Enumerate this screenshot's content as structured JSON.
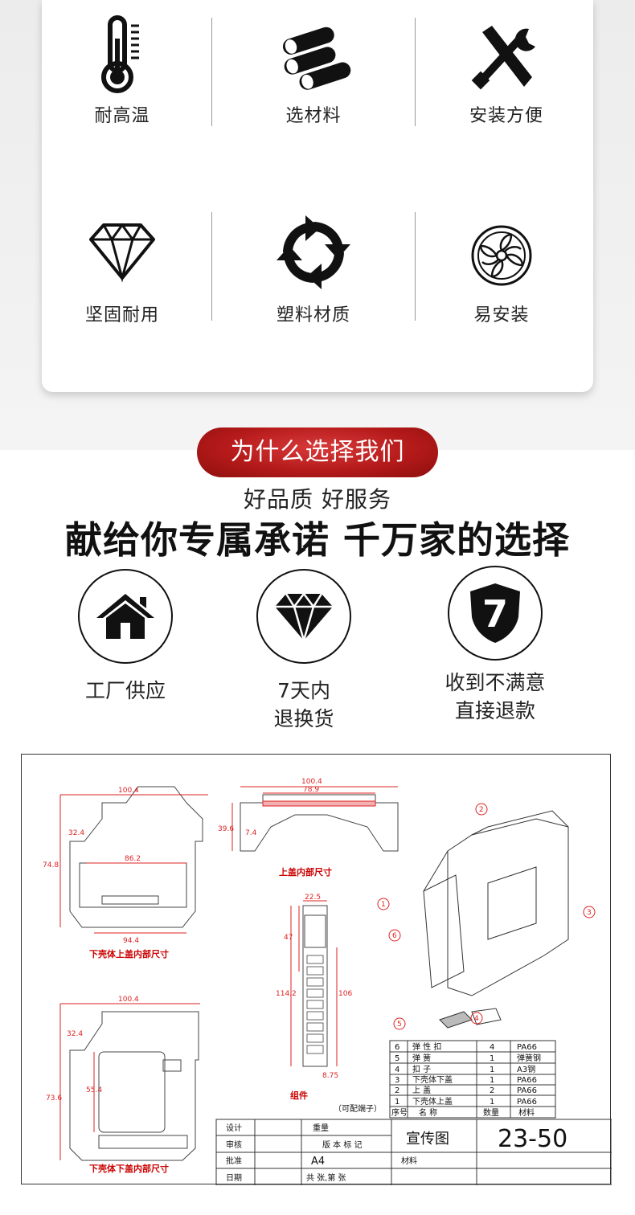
{
  "features": [
    {
      "icon": "thermometer-icon",
      "label": "耐高温"
    },
    {
      "icon": "material-rolls-icon",
      "label": "选材料"
    },
    {
      "icon": "tools-icon",
      "label": "安装方便"
    },
    {
      "icon": "diamond-outline-icon",
      "label": "坚固耐用"
    },
    {
      "icon": "recycle-arrows-icon",
      "label": "塑料材质"
    },
    {
      "icon": "fan-icon",
      "label": "易安装"
    }
  ],
  "why": {
    "title": "为什么选择我们",
    "subtitle": "好品质  好服务",
    "headline": "献给你专属承诺  千万家的选择"
  },
  "services": [
    {
      "icon": "house-icon",
      "line1": "工厂供应",
      "line2": ""
    },
    {
      "icon": "diamond-solid-icon",
      "line1": "7天内",
      "line2": "退换货"
    },
    {
      "icon": "shield-seven-icon",
      "badge": "7",
      "line1": "收到不满意",
      "line2": "直接退款"
    }
  ],
  "drawing": {
    "dims": {
      "top_width": "100.4",
      "inner_width": "86.2",
      "bottom_width": "94.4",
      "height_left": "74.8",
      "height_top": "32.4",
      "lid_width": "100.4",
      "lid_inner": "78.9",
      "lid_h1": "39.6",
      "lid_h2": "7.4",
      "side_top": "22.5",
      "side_h1": "47",
      "side_h2": "114.2",
      "side_h3": "106",
      "side_w": "8.75",
      "bottom_shell_width": "100.4",
      "bottom_h1": "32.4",
      "bottom_h2": "73.6",
      "bottom_h3": "55.4"
    },
    "captions": {
      "upper_inner": "下壳体上盖内部尺寸",
      "lid_inner": "上盖内部尺寸",
      "assembly": "组件",
      "terminal": "（可配端子）",
      "lower_inner": "下壳体下盖内部尺寸"
    },
    "callouts": [
      "1",
      "2",
      "3",
      "4",
      "5",
      "6"
    ],
    "bom": [
      {
        "no": "6",
        "name": "弹  性  扣",
        "qty": "4",
        "mat": "PA66"
      },
      {
        "no": "5",
        "name": "弹      簧",
        "qty": "1",
        "mat": "弹簧钢"
      },
      {
        "no": "4",
        "name": "扣      子",
        "qty": "1",
        "mat": "A3钢"
      },
      {
        "no": "3",
        "name": "下壳体下盖",
        "qty": "1",
        "mat": "PA66"
      },
      {
        "no": "2",
        "name": "上      盖",
        "qty": "2",
        "mat": "PA66"
      },
      {
        "no": "1",
        "name": "下壳体上盖",
        "qty": "1",
        "mat": "PA66"
      }
    ],
    "bom_header": {
      "no": "序号",
      "name": "名  称",
      "qty": "数量",
      "mat": "材料"
    },
    "title_block": {
      "design": "设计",
      "weight": "重量",
      "review": "审核",
      "version": "版 本 标 记",
      "approve": "批准",
      "size": "A4",
      "material": "材料",
      "date": "日期",
      "sheet": "共  张,第  张",
      "drawing_name": "宣传图",
      "drawing_no": "23-50"
    }
  }
}
